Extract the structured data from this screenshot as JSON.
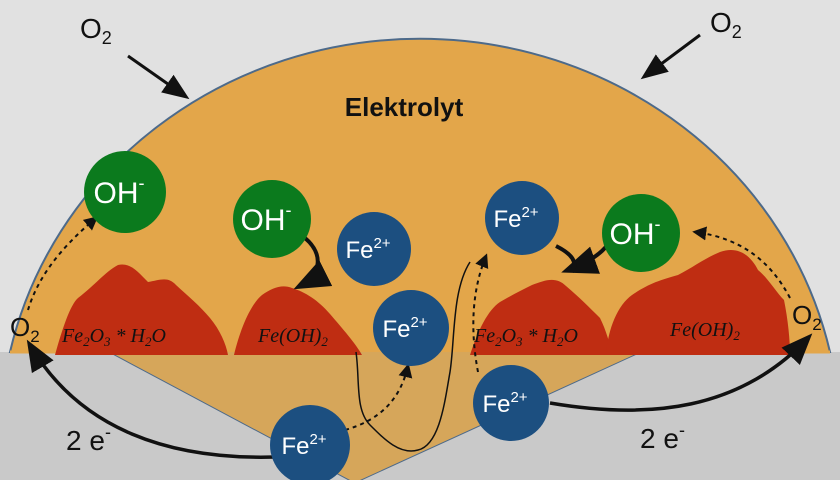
{
  "labels": {
    "electrolyte": "Elektrolyt",
    "o2": "O",
    "o2_sub": "2",
    "electrons": "2 e",
    "electrons_sup": "-"
  },
  "ions": {
    "oh": "OH",
    "oh_sup": "-",
    "fe": "Fe",
    "fe_sup": "2+"
  },
  "deposits": {
    "hydrated_oxide": {
      "a": "Fe",
      "a_sub": "2",
      "b": "O",
      "b_sub": "3",
      "c": " * H",
      "c_sub": "2",
      "d": "O"
    },
    "hydroxide": {
      "a": "Fe(OH)",
      "a_sub": "2"
    }
  },
  "colors": {
    "background": "#e1e1e1",
    "metal": "#c9c9c9",
    "electrolyte": "#e3a64a",
    "electrolyte_edge": "#4d6a8a",
    "rust": "#bf2d12",
    "oh_ion": "#0b7a1d",
    "fe_ion": "#1c4f80"
  }
}
